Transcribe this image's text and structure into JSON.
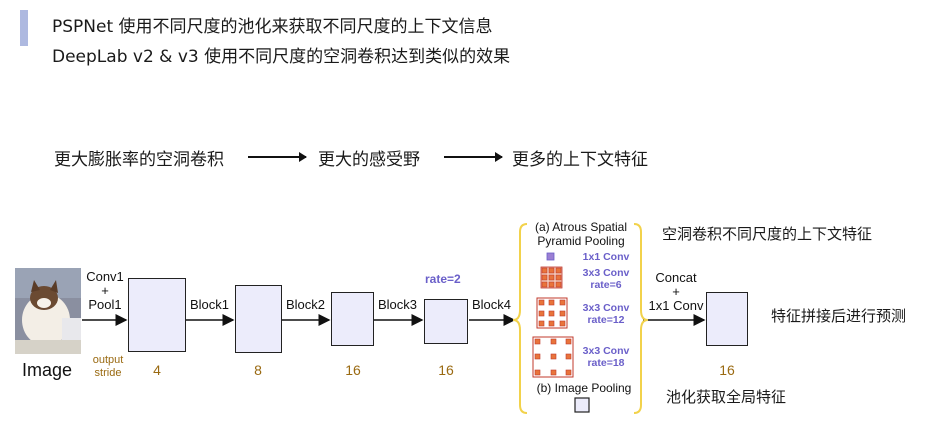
{
  "header": {
    "line1": "PSPNet 使用不同尺度的池化来获取不同尺度的上下文信息",
    "line2": "DeepLab v2 & v3 使用不同尺度的空洞卷积达到类似的效果"
  },
  "flow": {
    "step1": "更大膨胀率的空洞卷积",
    "step2": "更大的感受野",
    "step3": "更多的上下文特征"
  },
  "diagram": {
    "image_label": "Image",
    "output_stride_label_1": "output",
    "output_stride_label_2": "stride",
    "conv_label_1": "Conv1",
    "conv_label_plus": "+",
    "conv_label_2": "Pool1",
    "block1": "Block1",
    "block2": "Block2",
    "block3": "Block3",
    "block4": "Block4",
    "rate_label": "rate=2",
    "stride_values": [
      "4",
      "8",
      "16",
      "16",
      "16"
    ],
    "aspp_title_1": "(a) Atrous Spatial",
    "aspp_title_2": "Pyramid Pooling",
    "conv_1x1": "1x1 Conv",
    "conv_3x3_a_1": "3x3 Conv",
    "conv_3x3_a_2": "rate=6",
    "conv_3x3_b_1": "3x3 Conv",
    "conv_3x3_b_2": "rate=12",
    "conv_3x3_c_1": "3x3 Conv",
    "conv_3x3_c_2": "rate=18",
    "image_pooling": "(b) Image Pooling",
    "concat_1": "Concat",
    "concat_plus": "+",
    "concat_2": "1x1 Conv"
  },
  "notes": {
    "atrous_note": "空洞卷积不同尺度的上下文特征",
    "pool_note": "池化获取全局特征",
    "concat_note": "特征拼接后进行预测"
  },
  "colors": {
    "accent_bar": "#aeb9e0",
    "box_fill": "#ececfb",
    "kernel_orange": "#e8743b",
    "kernel_red": "#c0392b",
    "brace_yellow": "#f2d24b",
    "blue_label": "#6a5fc9",
    "stride_brown": "#9a6a12"
  }
}
